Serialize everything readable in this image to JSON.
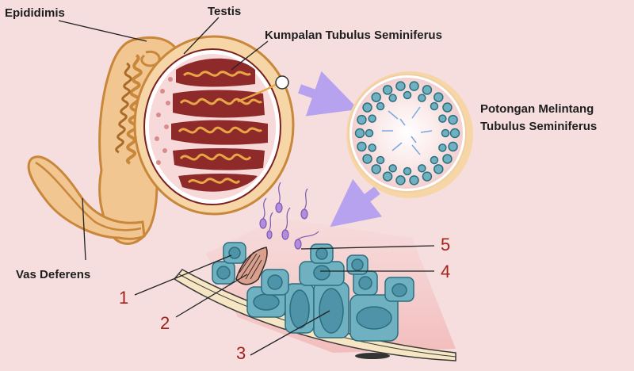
{
  "labels": {
    "epididimis": "Epididimis",
    "testis": "Testis",
    "kumpalan": "Kumpalan Tubulus Seminiferus",
    "potongan_line1": "Potongan Melintang",
    "potongan_line2": "Tubulus Seminiferus",
    "vas_deferens": "Vas Deferens"
  },
  "numbers": [
    "1",
    "2",
    "3",
    "4",
    "5"
  ],
  "colors": {
    "background": "#f6dede",
    "epididymis_fill": "#f2c691",
    "epididymis_stroke": "#c8873a",
    "testis_inner": "#f7d9d9",
    "lobule_fill": "#8f2a2a",
    "tubule_coil": "#e9a646",
    "cell_fill": "#6fb1c0",
    "cell_stroke": "#2a6f80",
    "arrow": "#b6a2ef",
    "number_color": "#a3211b",
    "sperm": "#b58be0"
  }
}
